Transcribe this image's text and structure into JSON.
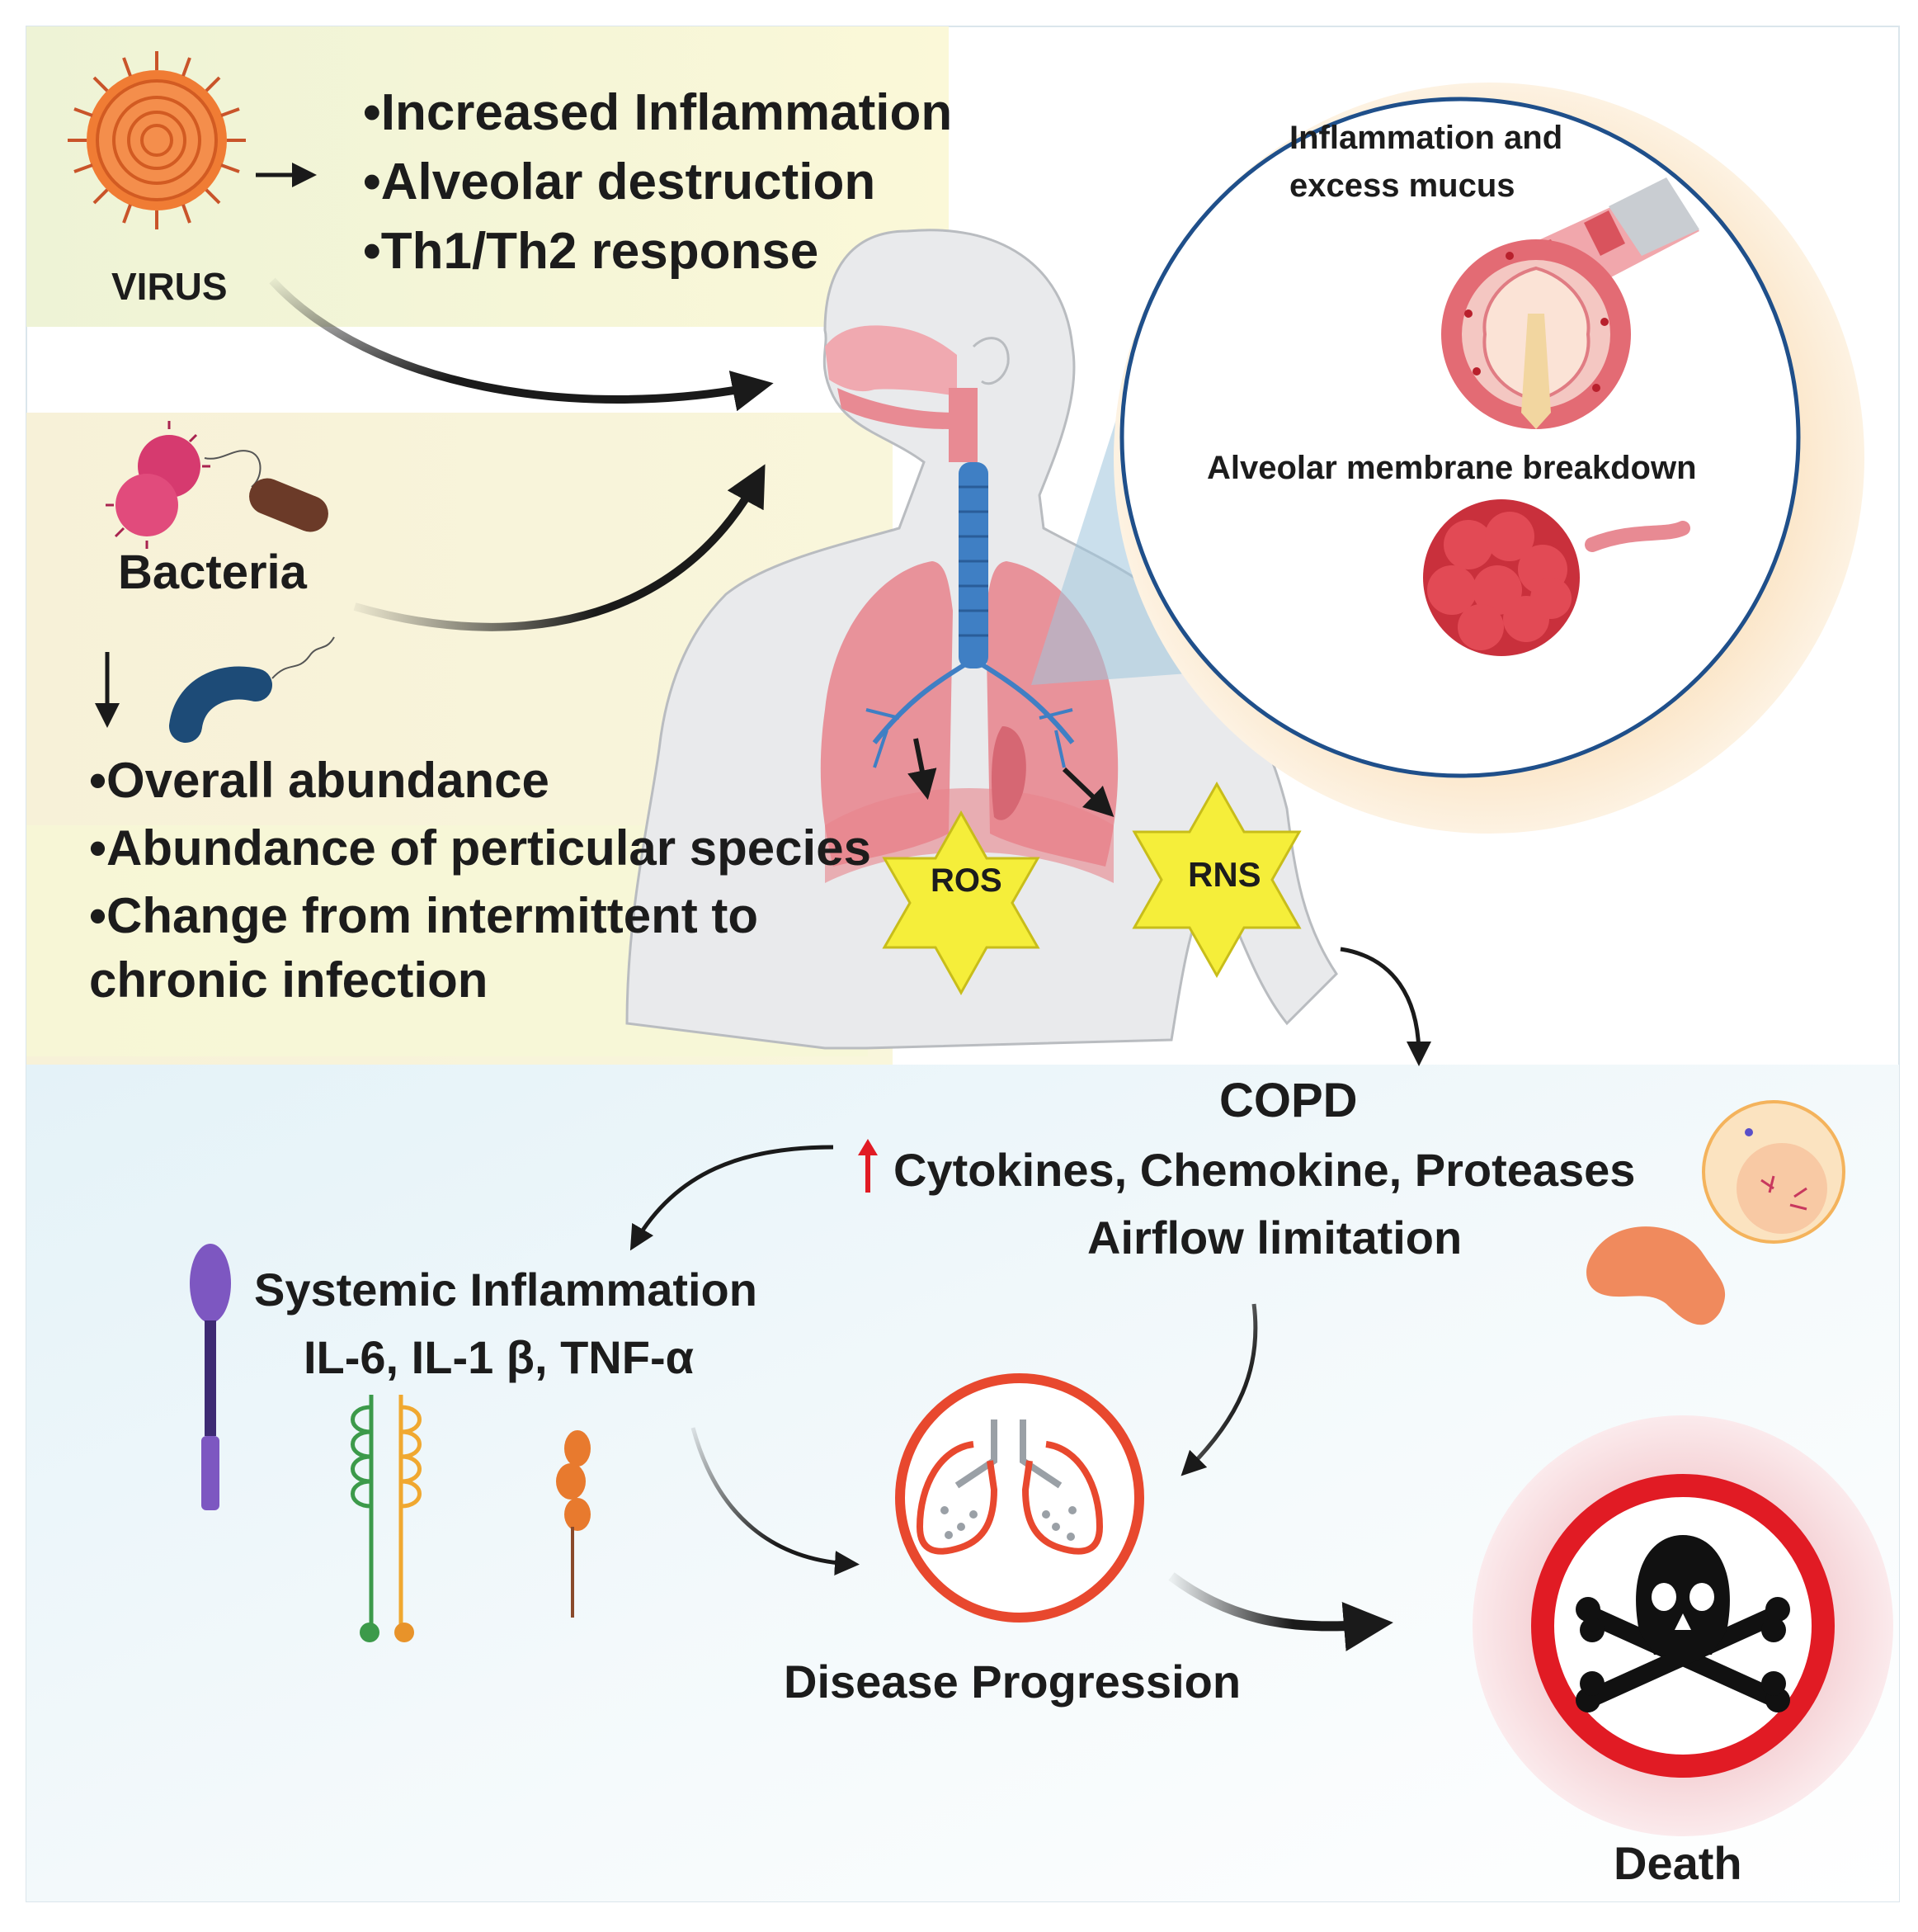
{
  "virus": {
    "label": "VIRUS",
    "effects": [
      "Increased Inflammation",
      "Alveolar destruction",
      "Th1/Th2 response"
    ]
  },
  "bacteria": {
    "label": "Bacteria",
    "effects": [
      "Overall abundance",
      "Abundance of perticular species",
      "Change from intermittent to",
      "chronic infection"
    ]
  },
  "inset": {
    "mucus_label_line1": "Inflammation and",
    "mucus_label_line2": "excess mucus",
    "alveolar_label": "Alveolar membrane breakdown"
  },
  "stars": {
    "ros": "ROS",
    "rns": "RNS"
  },
  "copd": {
    "title": "COPD",
    "line1": "Cytokines, Chemokine, Proteases",
    "line2": "Airflow limitation"
  },
  "systemic": {
    "title": "Systemic Inflammation",
    "markers": "IL-6,  IL-1 β, TNF-α"
  },
  "progression": {
    "label": "Disease Progression"
  },
  "death": {
    "label": "Death"
  },
  "colors": {
    "virus_panel": "#f5f6dc",
    "bacteria_panel": "#f7f4dc",
    "lower_panel": "#eaf4f8",
    "lung": "#e8838c",
    "trachea": "#3f7fc4",
    "star": "#f5ee3a",
    "alert_ring": "#e8482e",
    "death_ring": "#e11b24",
    "death_glow": "#f6cfd2",
    "arrow": "#1a1a1a"
  }
}
